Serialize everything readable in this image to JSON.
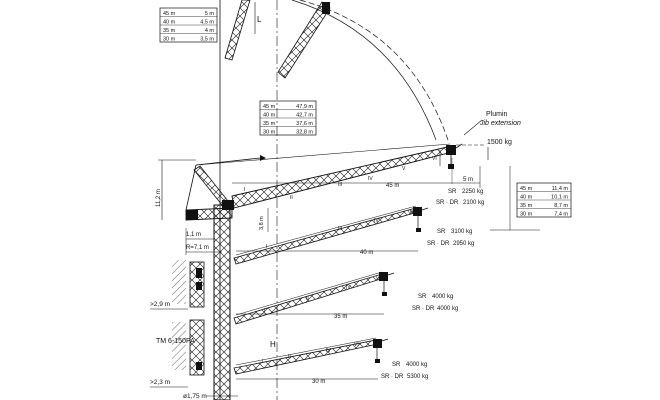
{
  "table_top": {
    "rows": [
      [
        "45 m",
        "5 m"
      ],
      [
        "40 m",
        "4,5 m"
      ],
      [
        "35 m",
        "4 m"
      ],
      [
        "30 m",
        "3,5 m"
      ]
    ],
    "marker": "L"
  },
  "table_mid": {
    "rows": [
      [
        "45 m",
        "47,9 m"
      ],
      [
        "40 m",
        "42,7 m"
      ],
      [
        "35 m",
        "37,6 m"
      ],
      [
        "30 m",
        "32,8 m"
      ]
    ]
  },
  "table_right": {
    "rows": [
      [
        "45 m",
        "11,4 m"
      ],
      [
        "40 m",
        "10,1 m"
      ],
      [
        "35 m",
        "8,7 m"
      ],
      [
        "30 m",
        "7,4 m"
      ]
    ]
  },
  "labels": {
    "plumin": "Plumin",
    "jib_extension": "Jib extension",
    "tip_load": "1500 kg",
    "ext_len": "5 m",
    "height_11_2": "11,2 m",
    "height_3_8": "3,8 m",
    "dim_1_1": "1,1 m",
    "r_7_1": "R=7,1 m",
    "dim_2_9": ">2,9 m",
    "model": "TM 6-150PA",
    "dim_2_3": ">2,3 m",
    "dim_1_75": "ø1,75 m",
    "h": "H"
  },
  "jib_45": {
    "length": "45 m",
    "sr": "SR",
    "sr_kg": "2250 kg",
    "srdr": "SR · DR",
    "srdr_kg": "2100 kg",
    "sections": [
      "I",
      "II",
      "III",
      "IV",
      "V",
      "VI"
    ]
  },
  "jib_40": {
    "length": "40 m",
    "sr": "SR",
    "sr_kg": "3100 kg",
    "srdr": "SR · DR",
    "srdr_kg": "2950 kg",
    "sections": [
      "I",
      "III",
      "IV",
      "VI"
    ]
  },
  "jib_35": {
    "length": "35 m",
    "sr": "SR",
    "sr_kg": "4000 kg",
    "srdr": "SR · DR",
    "srdr_kg": "4000 kg",
    "sections": [
      "I",
      "II",
      "IV",
      "VI"
    ]
  },
  "jib_30": {
    "length": "30 m",
    "sr": "SR",
    "sr_kg": "4000 kg",
    "srdr": "SR · DR",
    "srdr_kg": "5300 kg",
    "sections": [
      "I",
      "II",
      "IV",
      "VI"
    ]
  }
}
